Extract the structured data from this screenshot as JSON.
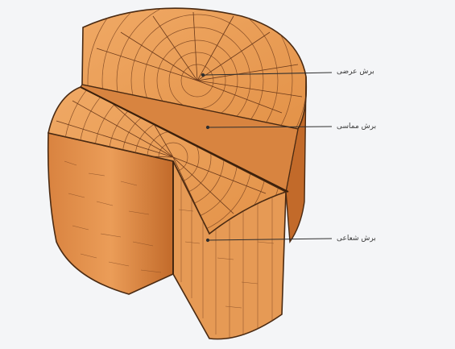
{
  "labels": {
    "cross_section": "برش عرضی",
    "tangential_section": "برش مماسی",
    "radial_section": "برش شعاعی"
  },
  "colors": {
    "background": "#f4f5f7",
    "wood_light": "#eda25f",
    "wood_mid": "#e08c45",
    "wood_dark": "#c9702f",
    "outline": "#4a2a12",
    "grain": "#7a4320"
  }
}
